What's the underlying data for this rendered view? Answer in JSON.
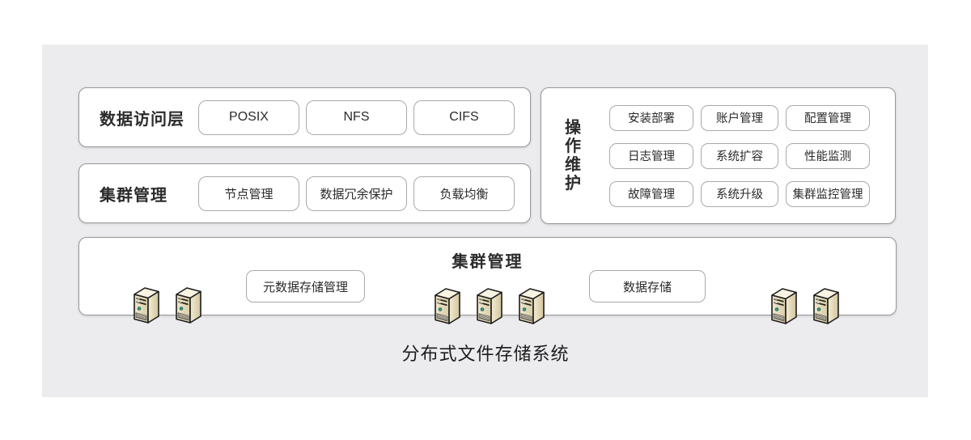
{
  "caption": "分布式文件存储系统",
  "data_access": {
    "title": "数据访问层",
    "items": [
      "POSIX",
      "NFS",
      "CIFS"
    ]
  },
  "cluster_mgmt": {
    "title": "集群管理",
    "items": [
      "节点管理",
      "数据冗余保护",
      "负载均衡"
    ]
  },
  "ops": {
    "title": "操作维护",
    "title_chars": [
      "操",
      "作",
      "维",
      "护"
    ],
    "rows": [
      [
        "安装部署",
        "账户管理",
        "配置管理"
      ],
      [
        "日志管理",
        "系统扩容",
        "性能监测"
      ],
      [
        "故障管理",
        "系统升级",
        "集群监控管理"
      ]
    ]
  },
  "storage": {
    "title": "集群管理",
    "metadata_button": "元数据存储管理",
    "data_button": "数据存储",
    "server_icon": "server-tower-icon",
    "server_groups": [
      2,
      3,
      2
    ]
  },
  "colors": {
    "panel_bg": "#ececee",
    "box_bg": "#ffffff",
    "box_border": "#98989a",
    "button_border": "#a9a9ab",
    "text": "#2b2b2b",
    "server_top": "#f8f3e2",
    "server_front_light": "#f0e8cd",
    "server_front_dark": "#d8cca6",
    "server_side_light": "#f3ecd5",
    "server_side_dark": "#d2c59c",
    "server_outline": "#1c1c1c",
    "server_dot": "#3a9488"
  }
}
